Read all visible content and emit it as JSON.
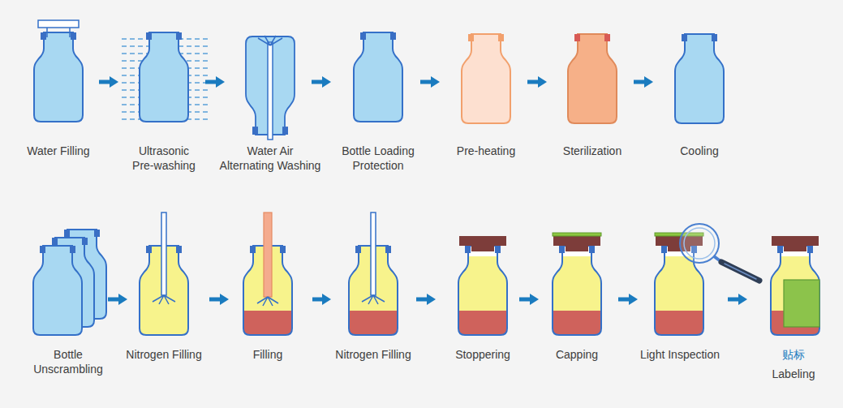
{
  "diagram": {
    "nodes": [
      {
        "text": [
          "Water Filling"
        ]
      },
      {
        "text": [
          "Ultrasonic Pre-washing"
        ]
      },
      {
        "text": [
          "Water Air Alternating Washing"
        ]
      },
      {
        "text": [
          "Bottle Loading Protection"
        ]
      },
      {
        "text": [
          "Pre-heating"
        ]
      },
      {
        "text": [
          "Sterilization"
        ]
      },
      {
        "text": [
          "Cooling"
        ]
      },
      {
        "text": [
          "Bottle Unscrambling"
        ]
      },
      {
        "text": [
          "Nitrogen Filling"
        ]
      },
      {
        "text": [
          "Filling"
        ]
      },
      {
        "text": [
          "Nitrogen Filling"
        ]
      },
      {
        "text": [
          "Stoppering"
        ]
      },
      {
        "text": [
          "Capping"
        ]
      },
      {
        "text": [
          "Light Inspection"
        ]
      },
      {
        "text": [
          "贴标",
          "Labeling"
        ]
      }
    ],
    "edges": [
      {
        "from": 0,
        "to": 1,
        "arrow": "to"
      },
      {
        "from": 1,
        "to": 2,
        "arrow": "to"
      },
      {
        "from": 2,
        "to": 3,
        "arrow": "to"
      },
      {
        "from": 3,
        "to": 4,
        "arrow": "to"
      },
      {
        "from": 4,
        "to": 5,
        "arrow": "to"
      },
      {
        "from": 5,
        "to": 6,
        "arrow": "to"
      },
      {
        "from": 7,
        "to": 8,
        "arrow": "to"
      },
      {
        "from": 8,
        "to": 9,
        "arrow": "to"
      },
      {
        "from": 9,
        "to": 10,
        "arrow": "to"
      },
      {
        "from": 10,
        "to": 11,
        "arrow": "to"
      },
      {
        "from": 11,
        "to": 12,
        "arrow": "to"
      },
      {
        "from": 12,
        "to": 13,
        "arrow": "to"
      },
      {
        "from": 13,
        "to": 14,
        "arrow": "to"
      }
    ]
  }
}
